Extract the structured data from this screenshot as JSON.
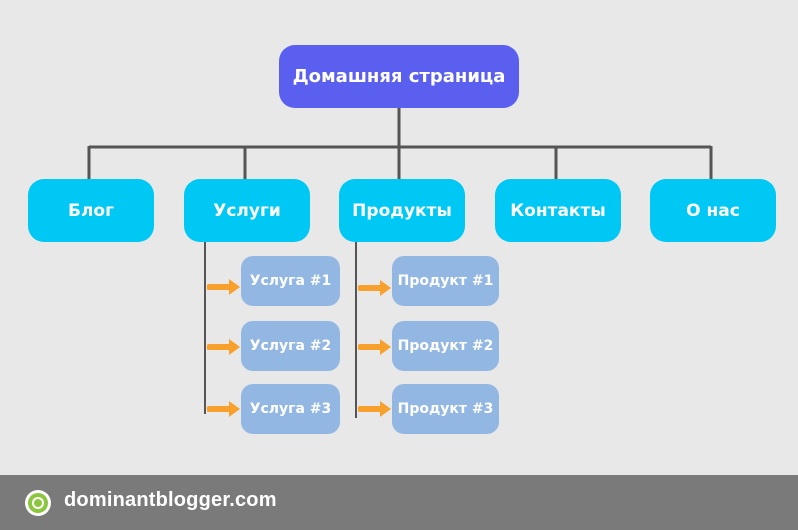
{
  "root": {
    "label": "Домашняя страница"
  },
  "categories": [
    {
      "label": "Блог"
    },
    {
      "label": "Услуги"
    },
    {
      "label": "Продукты"
    },
    {
      "label": "Контакты"
    },
    {
      "label": "О нас"
    }
  ],
  "services": [
    {
      "label": "Услуга #1"
    },
    {
      "label": "Услуга #2"
    },
    {
      "label": "Услуга #3"
    }
  ],
  "products": [
    {
      "label": "Продукт #1"
    },
    {
      "label": "Продукт #2"
    },
    {
      "label": "Продукт #3"
    }
  ],
  "footer": {
    "brand": "dominantblogger.com"
  },
  "colors": {
    "background": "#e8e8e8",
    "root": "#5b5ff0",
    "category": "#00c8f4",
    "subitem": "#93b7e3",
    "arrow": "#f7a12c",
    "connector": "#555555",
    "footer": "#7a7a7a",
    "logo": "#8cc63f"
  }
}
